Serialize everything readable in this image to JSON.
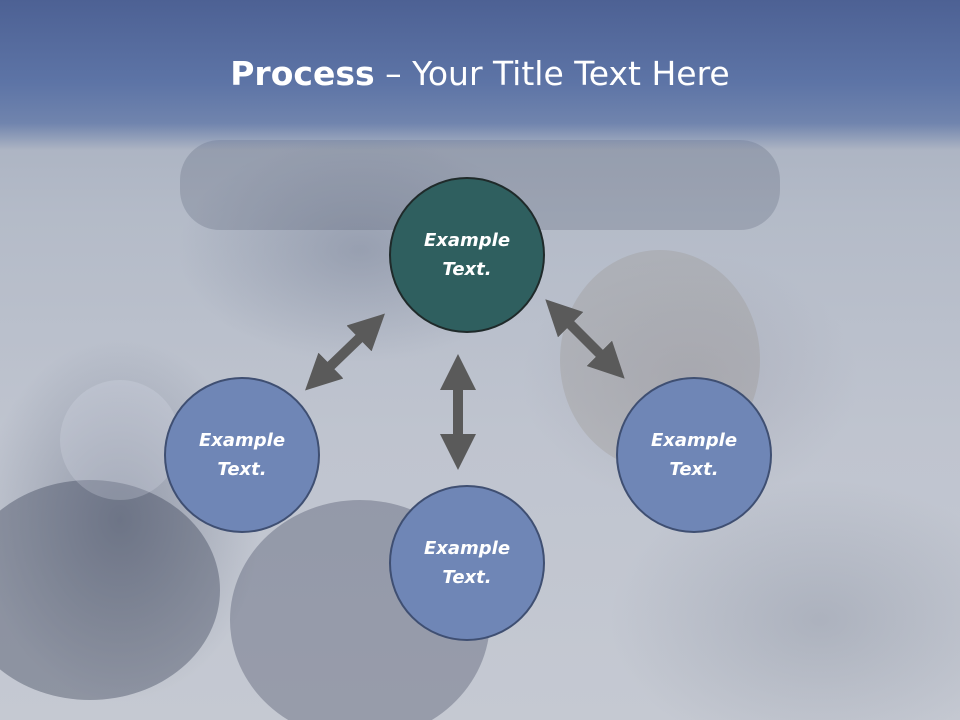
{
  "slide": {
    "title_bold": "Process",
    "title_rest": " – Your Title Text Here"
  },
  "diagram": {
    "nodes": [
      {
        "id": "top",
        "line1": "Example",
        "line2": "Text.",
        "color": "#2f5f5f"
      },
      {
        "id": "left",
        "line1": "Example",
        "line2": "Text.",
        "color": "#6f86b6"
      },
      {
        "id": "bottom",
        "line1": "Example",
        "line2": "Text.",
        "color": "#6f86b6"
      },
      {
        "id": "right",
        "line1": "Example",
        "line2": "Text.",
        "color": "#6f86b6"
      }
    ],
    "arrow_color": "#5a5a5a",
    "arrow_style": "double-headed"
  }
}
